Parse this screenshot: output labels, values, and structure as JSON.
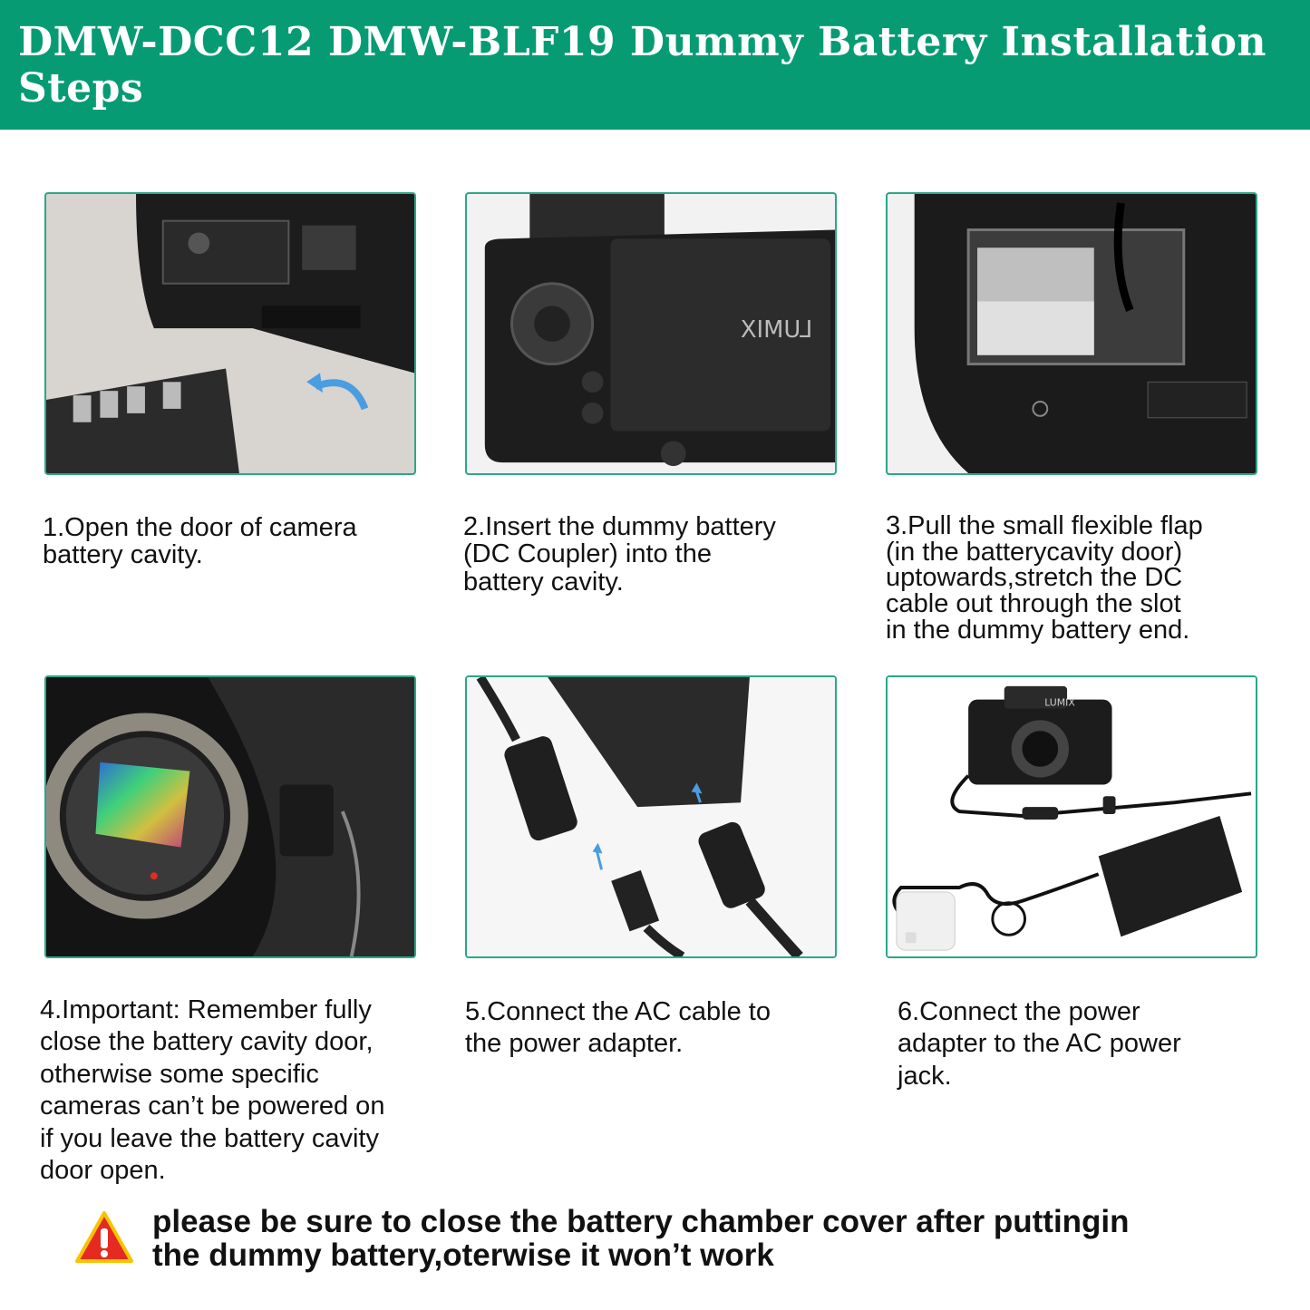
{
  "header": {
    "title": "DMW-DCC12 DMW-BLF19 Dummy Battery Installation Steps",
    "bg_color": "#079b74"
  },
  "steps": [
    {
      "caption": "1.Open the door of camera\n battery cavity.",
      "image": "camera-battery-cavity-open-photo"
    },
    {
      "caption": "2.Insert the dummy battery\n(DC Coupler) into the\nbattery cavity.",
      "image": "dummy-battery-inserted-photo",
      "photo_text": "LUMIX"
    },
    {
      "caption": "3.Pull the small flexible flap\n(in the batterycavity door)\nuptowards,stretch the DC\ncable out through the slot\nin the dummy battery end.",
      "image": "cable-through-flap-photo"
    },
    {
      "caption": "4.Important: Remember fully\nclose the battery cavity door,\notherwise  some specific\ncameras can’t be powered on\nif you leave the battery cavity\n door open.",
      "image": "camera-sensor-door-closed-photo"
    },
    {
      "caption": "5.Connect the AC cable to\n the power adapter.",
      "image": "ac-cable-adapter-photo"
    },
    {
      "caption": "6.Connect the power\nadapter to the AC power\njack.",
      "image": "camera-adapter-outlet-photo",
      "photo_text": "LUMIX"
    }
  ],
  "warning": {
    "text": "please be sure to close the battery chamber cover after puttingin\nthe dummy battery,oterwise it won’t work",
    "icon": "warning-triangle-icon",
    "icon_color": "#e52a22"
  }
}
